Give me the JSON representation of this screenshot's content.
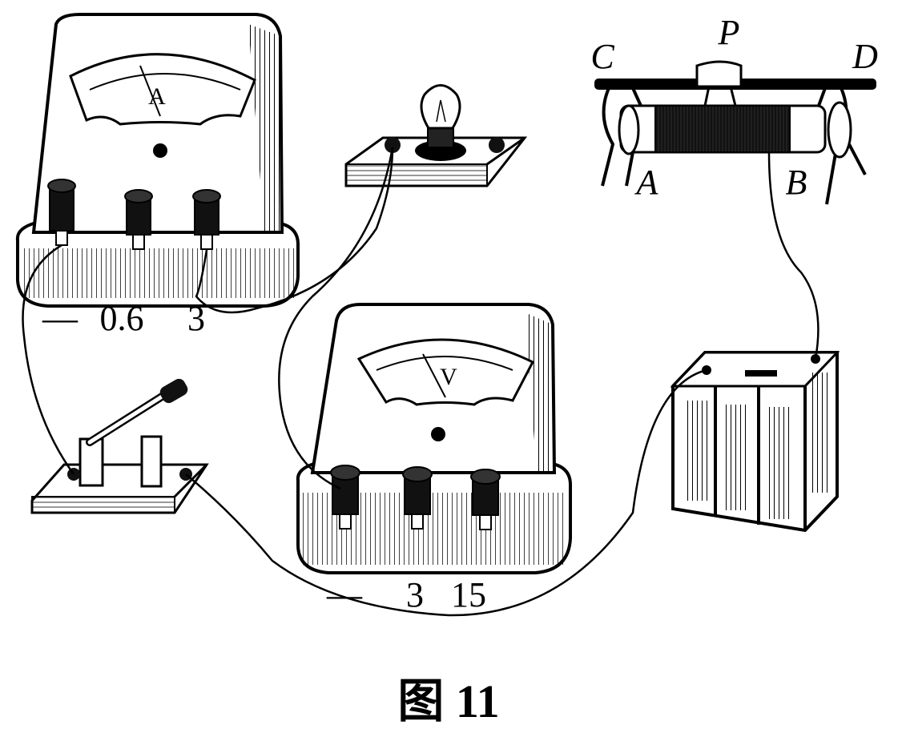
{
  "caption": "图 11",
  "ammeter": {
    "dial_symbol": "A",
    "terminal_neg": "—",
    "terminal_1": "0.6",
    "terminal_2": "3"
  },
  "voltmeter": {
    "dial_symbol": "V",
    "terminal_neg": "—",
    "terminal_1": "3",
    "terminal_2": "15"
  },
  "rheostat": {
    "label_c": "C",
    "label_p": "P",
    "label_d": "D",
    "label_a": "A",
    "label_b": "B"
  }
}
